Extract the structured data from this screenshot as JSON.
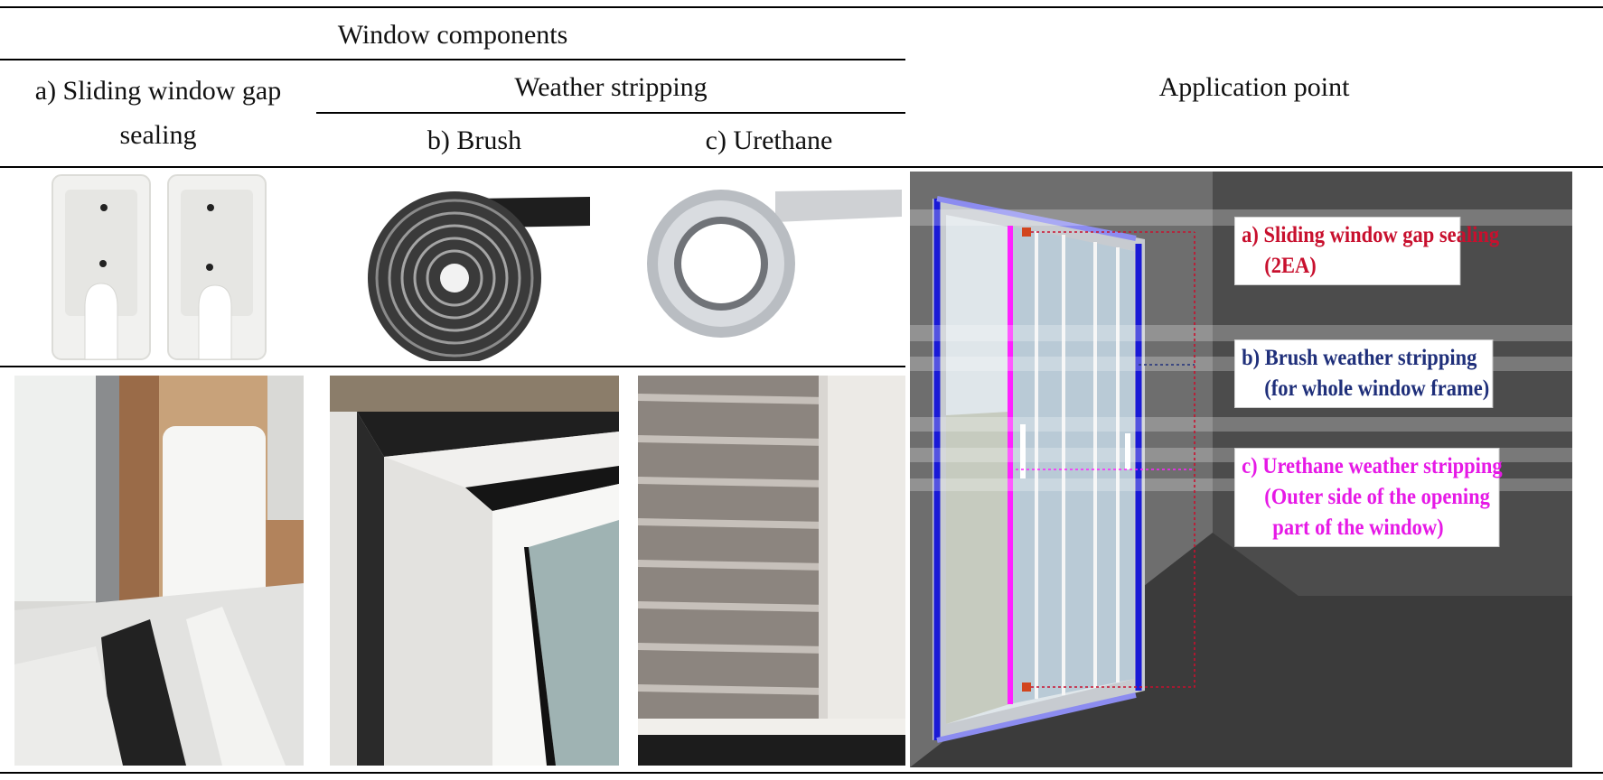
{
  "header": {
    "window_components": "Window components",
    "col_a": "a) Sliding window gap sealing",
    "col_a_line1": "a) Sliding window gap",
    "col_a_line2": "sealing",
    "weather_stripping": "Weather stripping",
    "col_b": "b) Brush",
    "col_c": "c) Urethane",
    "application_point": "Application point"
  },
  "labels": {
    "a_line1": "a) Sliding window gap sealing",
    "a_line2": "(2EA)",
    "b_line1": "b) Brush weather stripping",
    "b_line2": "(for whole window frame)",
    "c_line1": "c) Urethane weather stripping",
    "c_line2": "(Outer side of the opening",
    "c_line3": "part of the window)"
  },
  "colors": {
    "label_a": "#c8102e",
    "label_b": "#1f2f7a",
    "label_c": "#e619e6",
    "frame_blue": "#1a1ad6",
    "frame_magenta": "#ff22ff"
  }
}
